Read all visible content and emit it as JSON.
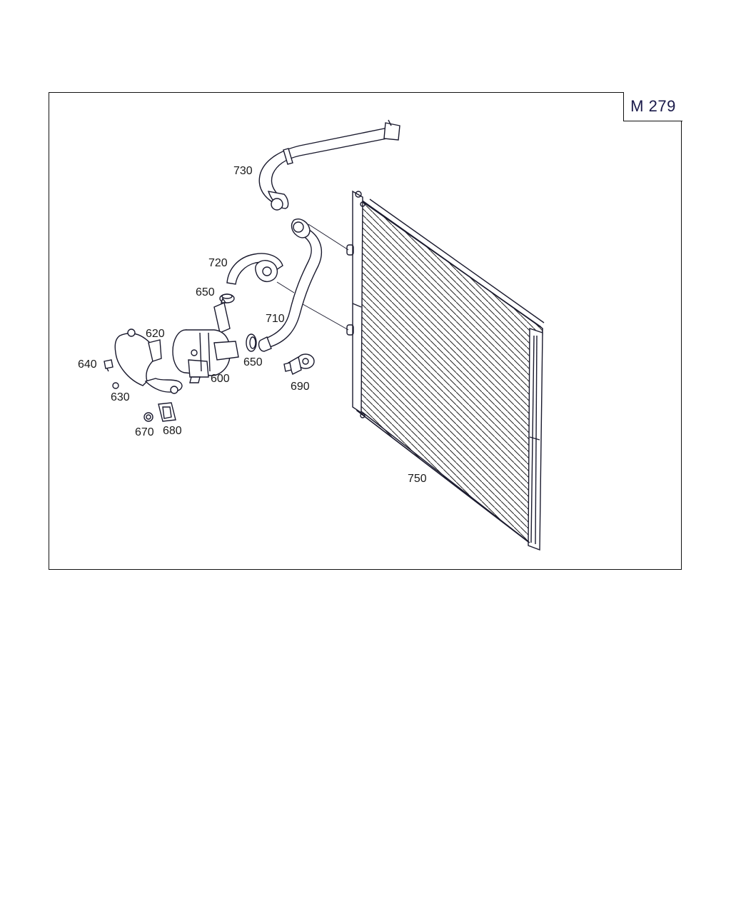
{
  "model_code": "M 279",
  "parts": {
    "p600": "600",
    "p620": "620",
    "p630": "630",
    "p640": "640",
    "p650a": "650",
    "p650b": "650",
    "p670": "670",
    "p680": "680",
    "p690": "690",
    "p710": "710",
    "p720": "720",
    "p730": "730",
    "p750": "750"
  },
  "colors": {
    "line": "#1a1a2e",
    "text": "#1a1a1a",
    "badge_text": "#1a1a4a"
  }
}
